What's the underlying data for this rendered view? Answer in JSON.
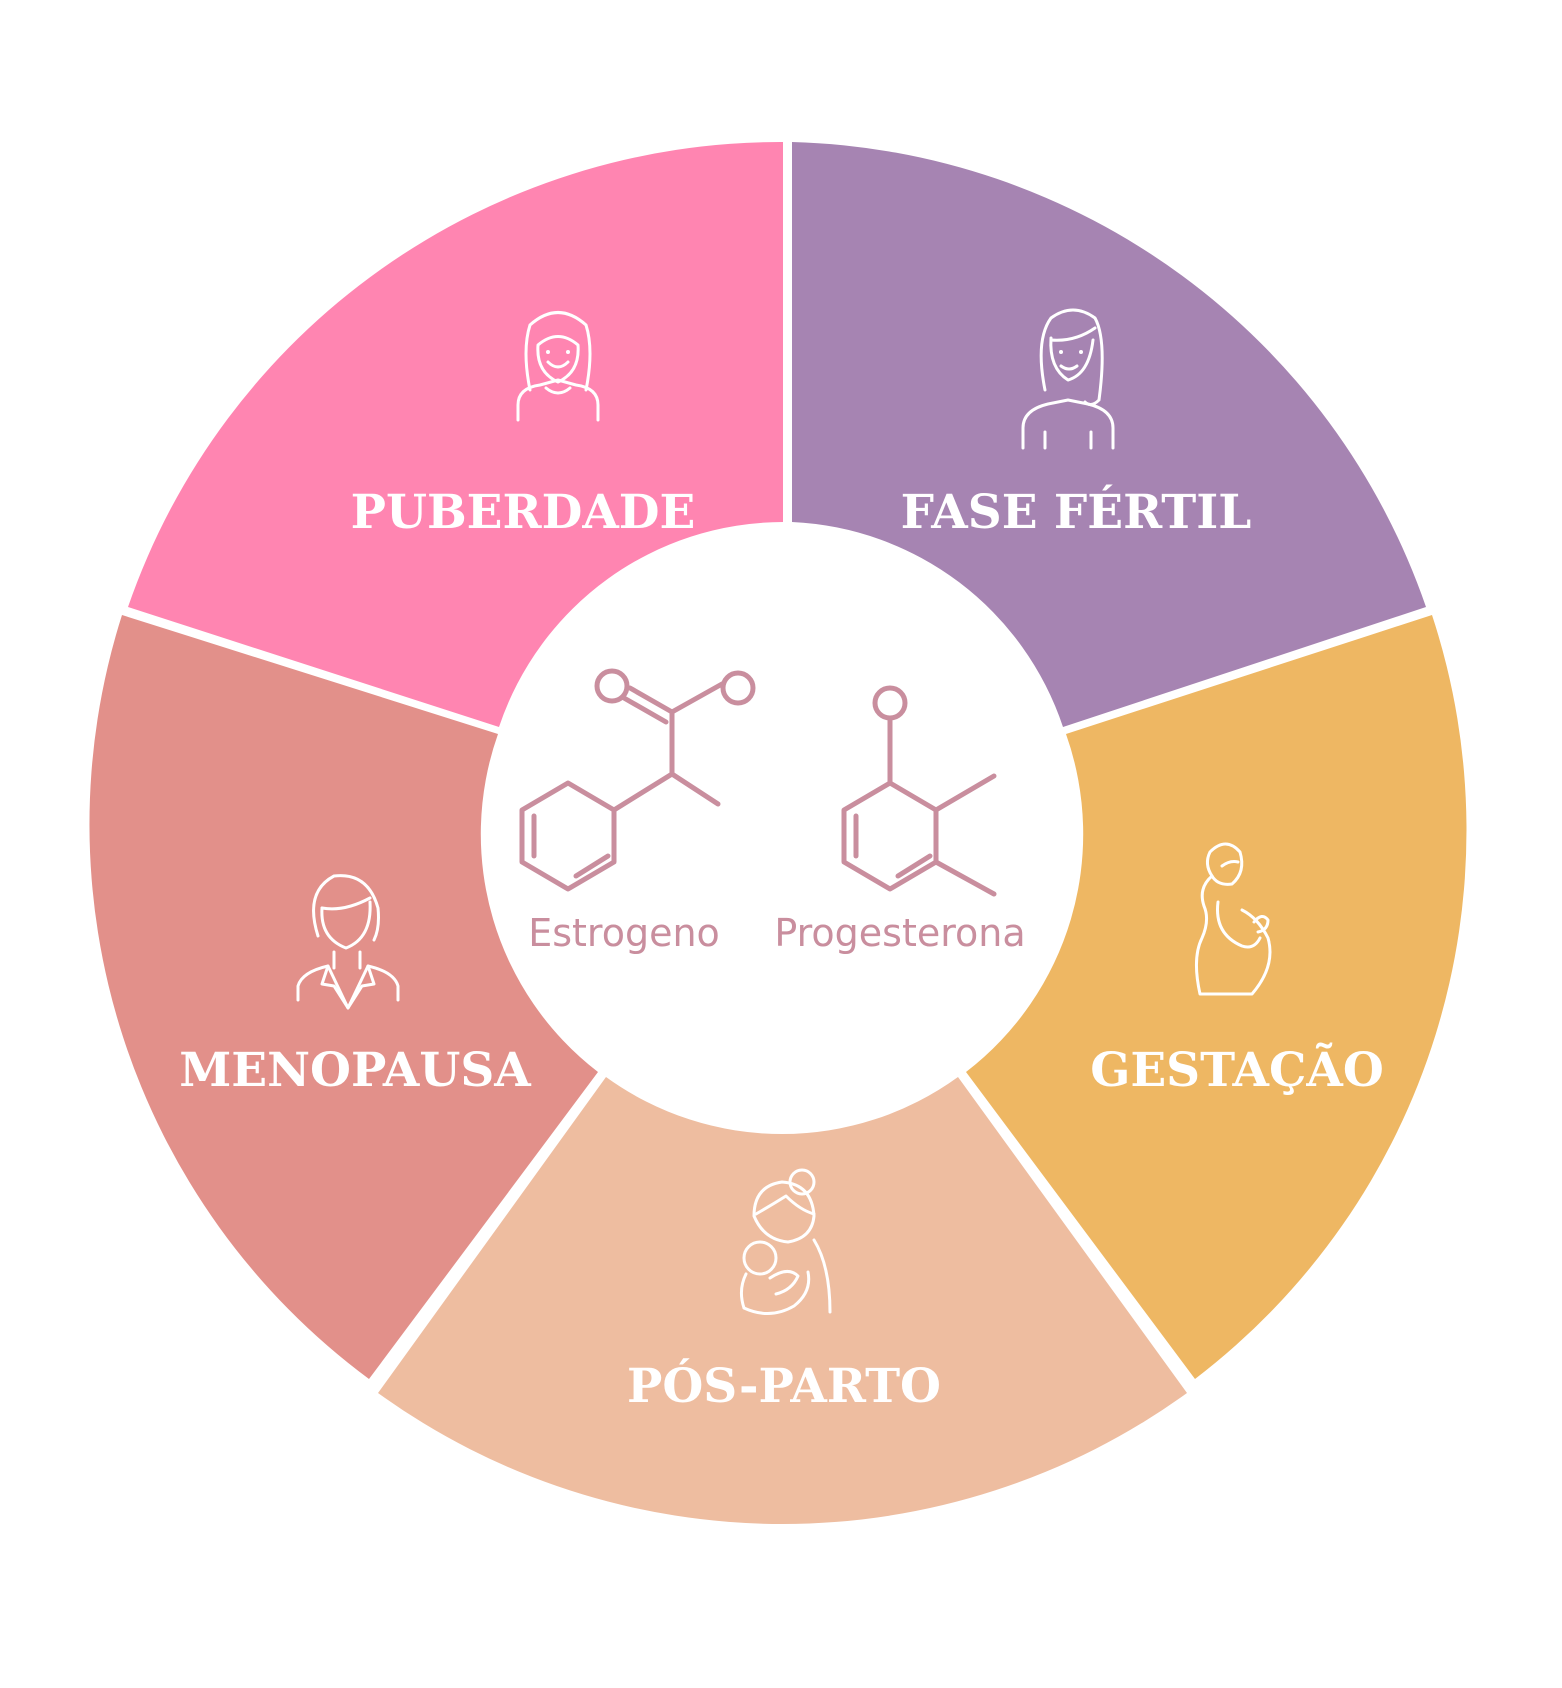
{
  "segments": [
    {
      "id": "puberdade",
      "label": "PUBERDADE",
      "color": "#ff85b1",
      "icon": "girl-icon"
    },
    {
      "id": "fase-fertil",
      "label": "FASE FÉRTIL",
      "color": "#a684b2",
      "icon": "woman-icon"
    },
    {
      "id": "gestacao",
      "label": "GESTAÇÃO",
      "color": "#eeb763",
      "icon": "pregnant-woman-icon"
    },
    {
      "id": "pos-parto",
      "label": "PÓS-PARTO",
      "color": "#eebda0",
      "icon": "mother-baby-icon"
    },
    {
      "id": "menopausa",
      "label": "MENOPAUSA",
      "color": "#e2908a",
      "icon": "mature-woman-icon"
    }
  ],
  "hub": {
    "estrogeno": {
      "label": "Estrogeno",
      "icon": "estrogen-molecule-icon"
    },
    "progesterona": {
      "label": "Progesterona",
      "icon": "progesterone-molecule-icon"
    },
    "color": "#c98e9e"
  }
}
